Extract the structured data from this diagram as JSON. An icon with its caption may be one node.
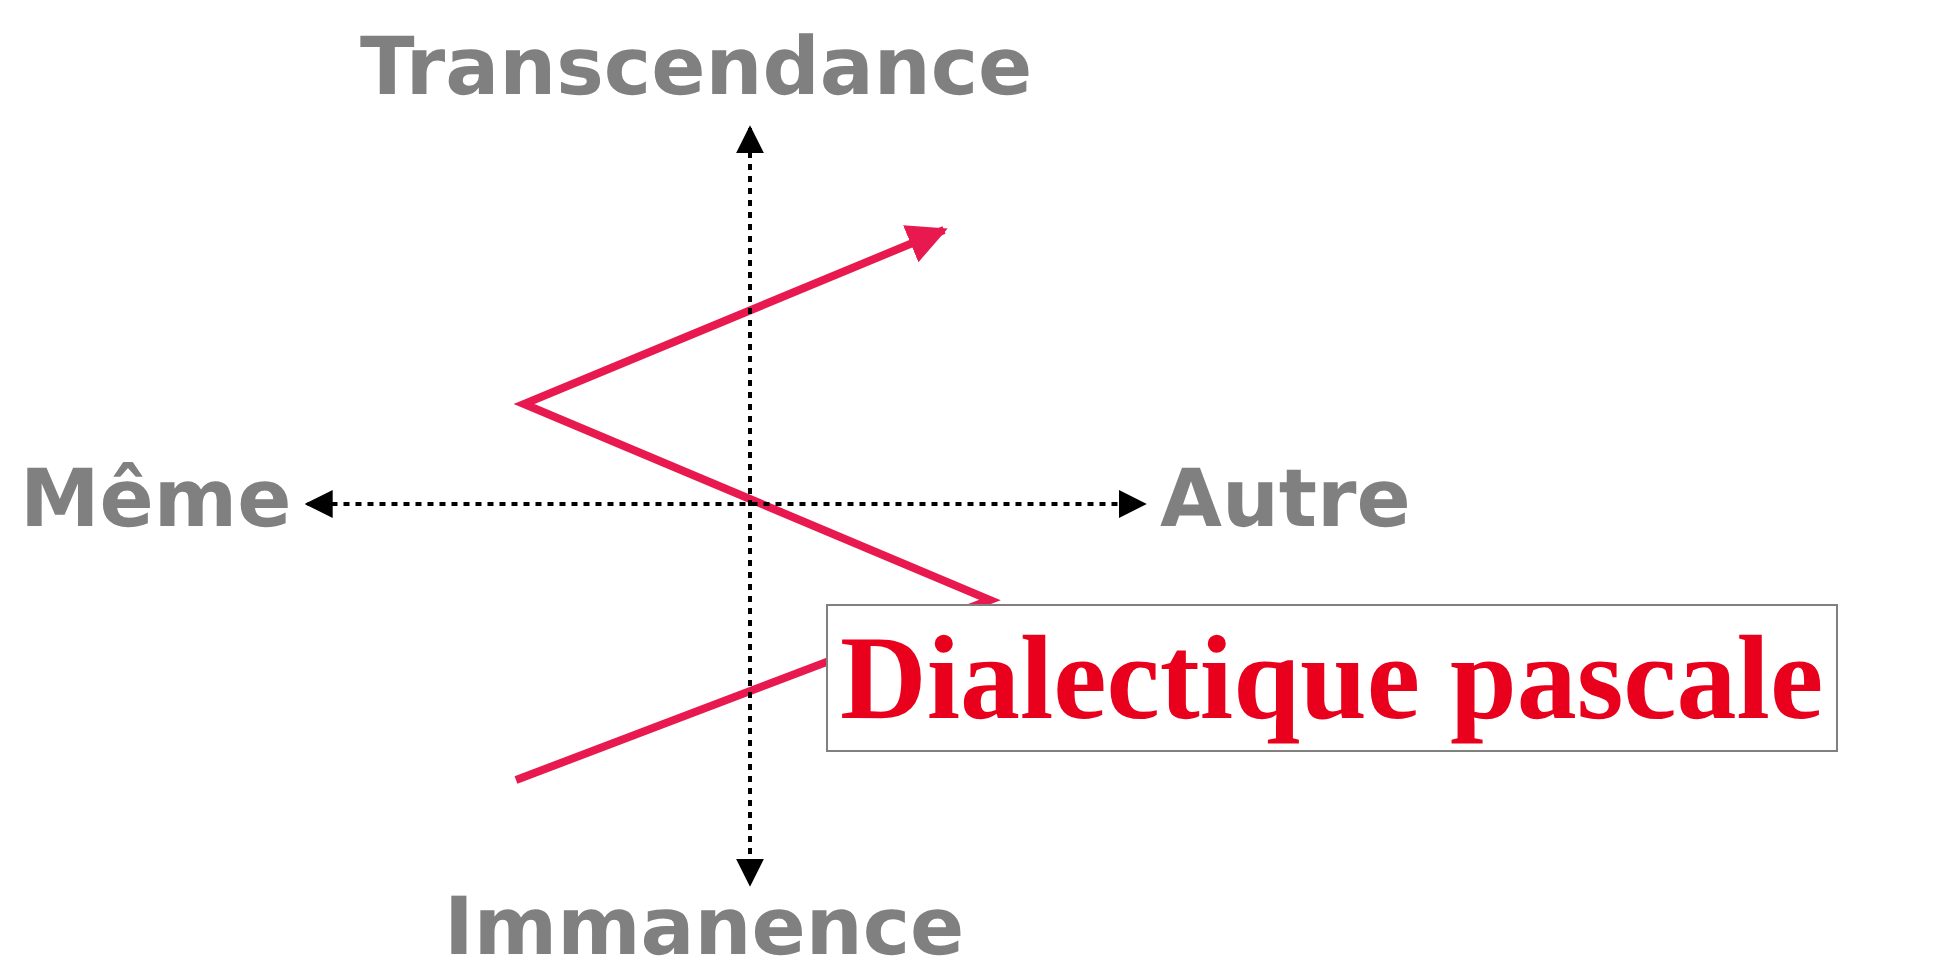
{
  "diagram": {
    "nodes": [
      {
        "text": [
          "Transcendance"
        ]
      },
      {
        "text": [
          "Même"
        ]
      },
      {
        "text": [
          "Autre"
        ]
      },
      {
        "text": [
          "Dialectique pascale"
        ]
      },
      {
        "text": [
          "Immanence"
        ]
      }
    ],
    "edges": [
      {
        "from": 1,
        "to": 2,
        "arrow": "both",
        "style": "dashed"
      },
      {
        "from": 0,
        "to": 4,
        "arrow": "both",
        "style": "dashed"
      }
    ]
  }
}
